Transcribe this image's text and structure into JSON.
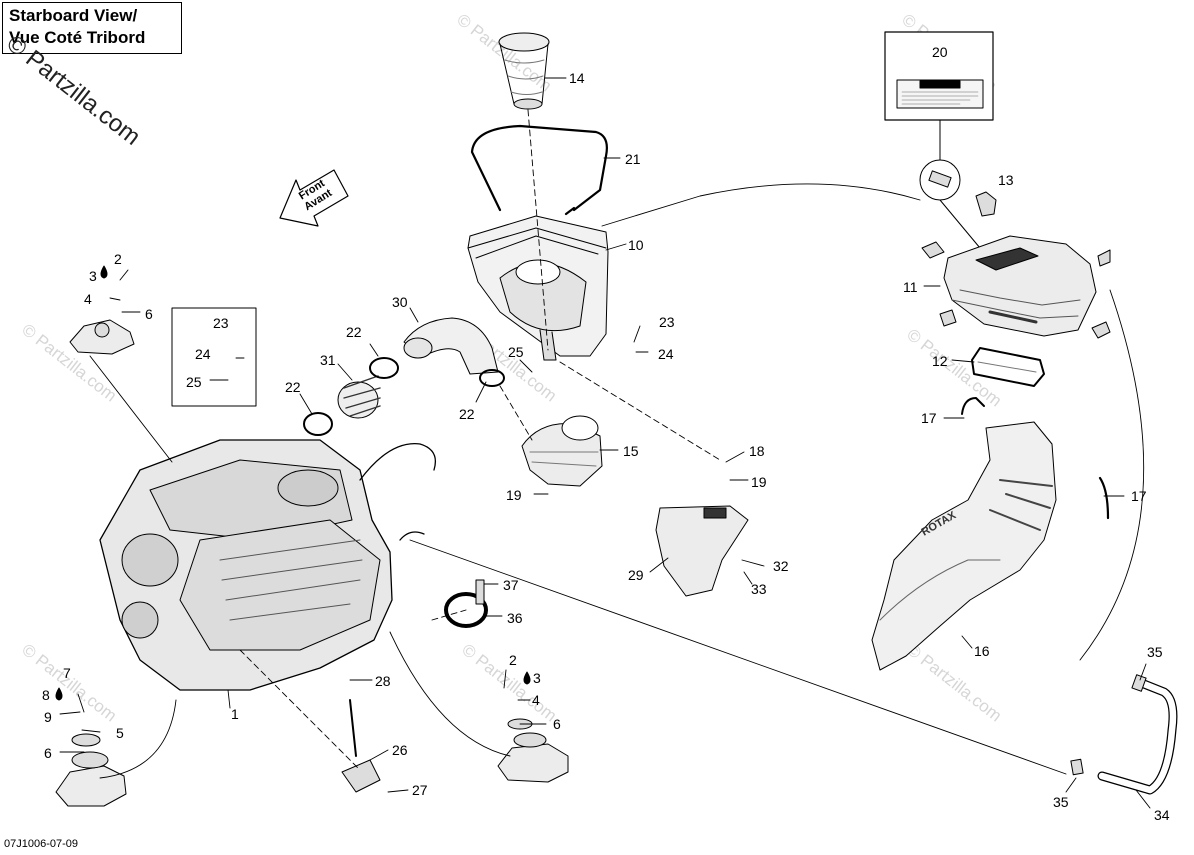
{
  "header": {
    "view_line1": "Starboard View/",
    "view_line2": "Vue Coté Tribord",
    "watermark_corner": "© Partzilla.com"
  },
  "footer": {
    "diagram_code": "07J1006-07-09"
  },
  "front_arrow": {
    "line1": "Front",
    "line2": "Avant"
  },
  "watermark": "© Partzilla.com",
  "callouts": [
    {
      "id": "c14a",
      "label": "14"
    },
    {
      "id": "c21",
      "label": "21"
    },
    {
      "id": "c20",
      "label": "20"
    },
    {
      "id": "c13",
      "label": "13"
    },
    {
      "id": "c10",
      "label": "10"
    },
    {
      "id": "c11",
      "label": "11"
    },
    {
      "id": "c12",
      "label": "12"
    },
    {
      "id": "c17a",
      "label": "17"
    },
    {
      "id": "c17b",
      "label": "17"
    },
    {
      "id": "c2a",
      "label": "2"
    },
    {
      "id": "c3a",
      "label": "3"
    },
    {
      "id": "c4a",
      "label": "4"
    },
    {
      "id": "c6a",
      "label": "6"
    },
    {
      "id": "c23a",
      "label": "23"
    },
    {
      "id": "c24a",
      "label": "24"
    },
    {
      "id": "c25a",
      "label": "25"
    },
    {
      "id": "c30",
      "label": "30"
    },
    {
      "id": "c22a",
      "label": "22"
    },
    {
      "id": "c31",
      "label": "31"
    },
    {
      "id": "c22b",
      "label": "22"
    },
    {
      "id": "c22c",
      "label": "22"
    },
    {
      "id": "c25b",
      "label": "25"
    },
    {
      "id": "c23b",
      "label": "23"
    },
    {
      "id": "c24b",
      "label": "24"
    },
    {
      "id": "c15",
      "label": "15"
    },
    {
      "id": "c18",
      "label": "18"
    },
    {
      "id": "c19a",
      "label": "19"
    },
    {
      "id": "c19b",
      "label": "19"
    },
    {
      "id": "c29",
      "label": "29"
    },
    {
      "id": "c32",
      "label": "32"
    },
    {
      "id": "c33",
      "label": "33"
    },
    {
      "id": "c37",
      "label": "37"
    },
    {
      "id": "c36",
      "label": "36"
    },
    {
      "id": "c16",
      "label": "16"
    },
    {
      "id": "c35a",
      "label": "35"
    },
    {
      "id": "c35b",
      "label": "35"
    },
    {
      "id": "c34",
      "label": "34"
    },
    {
      "id": "c7",
      "label": "7"
    },
    {
      "id": "c8",
      "label": "8"
    },
    {
      "id": "c9",
      "label": "9"
    },
    {
      "id": "c5",
      "label": "5"
    },
    {
      "id": "c6b",
      "label": "6"
    },
    {
      "id": "c1",
      "label": "1"
    },
    {
      "id": "c28",
      "label": "28"
    },
    {
      "id": "c2b",
      "label": "2"
    },
    {
      "id": "c3b",
      "label": "3"
    },
    {
      "id": "c4b",
      "label": "4"
    },
    {
      "id": "c6c",
      "label": "6"
    },
    {
      "id": "c26",
      "label": "26"
    },
    {
      "id": "c27",
      "label": "27"
    }
  ]
}
